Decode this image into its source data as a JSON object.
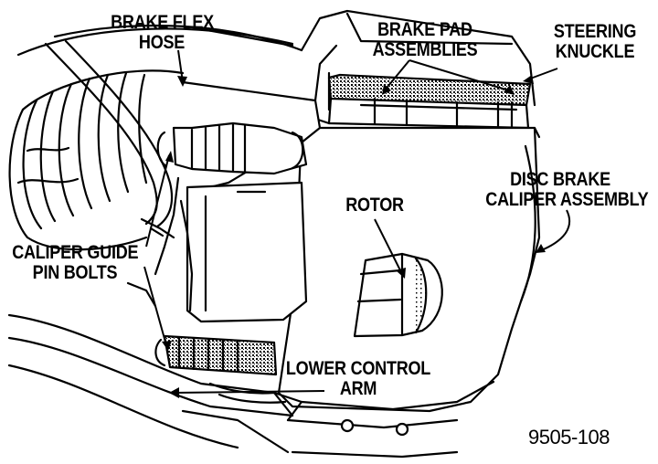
{
  "labels": {
    "brake_flex_hose": [
      "BRAKE FLEX",
      "HOSE"
    ],
    "brake_pad_assemblies": [
      "BRAKE PAD",
      "ASSEMBLIES"
    ],
    "steering_knuckle": [
      "STEERING",
      "KNUCKLE"
    ],
    "disc_brake_caliper_assembly": [
      "DISC BRAKE",
      "CALIPER ASSEMBLY"
    ],
    "rotor": "ROTOR",
    "caliper_guide_pin_bolts": [
      "CALIPER GUIDE",
      "PIN BOLTS"
    ],
    "lower_control_arm": [
      "LOWER CONTROL",
      "ARM"
    ]
  },
  "figure_number": "9505-108",
  "colors": {
    "ink": "#000000",
    "paper": "#ffffff"
  }
}
